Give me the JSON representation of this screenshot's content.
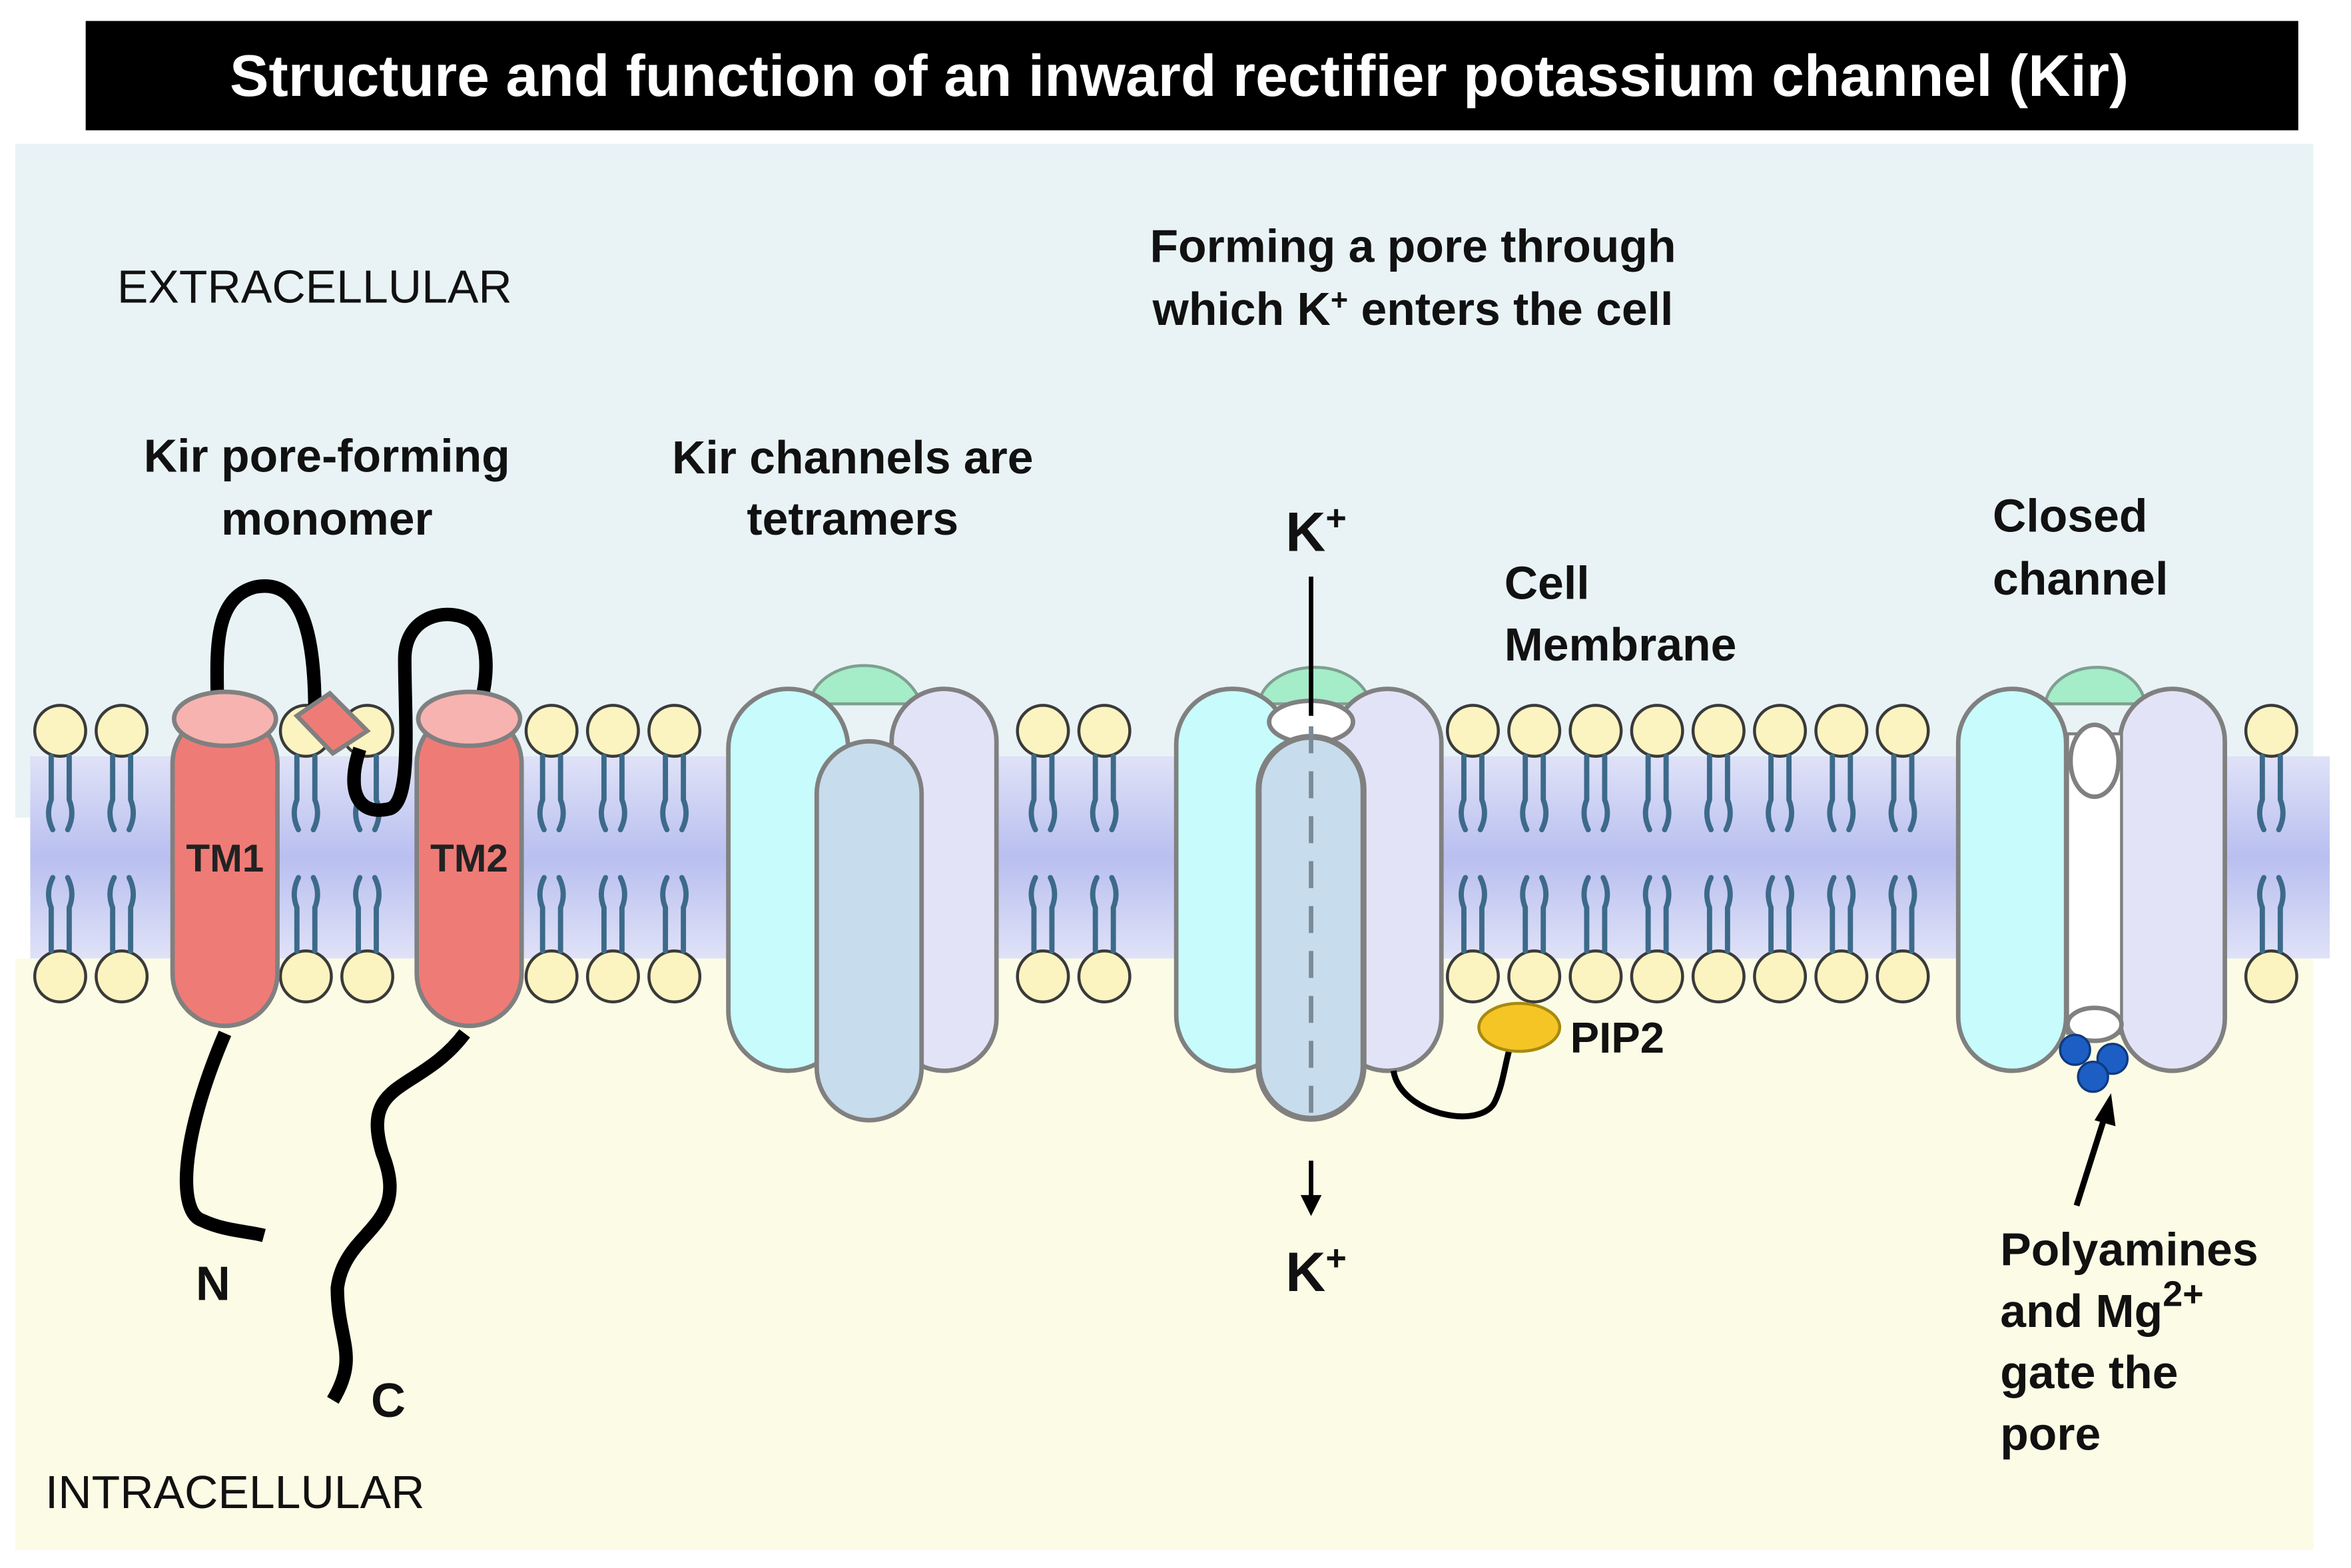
{
  "title": "Structure and function of an inward rectifier potassium channel (Kir)",
  "regions": {
    "extracellular": "EXTRACELLULAR",
    "intracellular": "INTRACELLULAR"
  },
  "labels": {
    "monomer_line1": "Kir pore-forming",
    "monomer_line2": "monomer",
    "tm1": "TM1",
    "tm2": "TM2",
    "n_terminus": "N",
    "c_terminus": "C",
    "tetramer_line1": "Kir channels are",
    "tetramer_line2": "tetramers",
    "pore_line1": "Forming a pore through",
    "pore_line2_pre": "which K",
    "pore_line2_sup": "+",
    "pore_line2_post": " enters the cell",
    "k_top": "K",
    "k_top_sup": "+",
    "k_bottom": "K",
    "k_bottom_sup": "+",
    "membrane_line1": "Cell",
    "membrane_line2": "Membrane",
    "pip2": "PIP2",
    "closed_line1": "Closed",
    "closed_line2": "channel",
    "gate_line1": "Polyamines",
    "gate_line2_pre": "and Mg",
    "gate_line2_sup": "2+",
    "gate_line3": "gate the",
    "gate_line4": "pore"
  },
  "colors": {
    "title_bg": "#000000",
    "title_text": "#ffffff",
    "extracellular_bg": "#e9f3f6",
    "intracellular_bg": "#fcfce6",
    "membrane_core": "#c8cdf0",
    "lipid_head": "#fbf4c0",
    "lipid_tail": "#3d6a8a",
    "helix_red": "#ef7b76",
    "helix_top": "#f7b3b0",
    "subunit_cyan": "#c8fbfb",
    "subunit_lavender": "#e3e3f8",
    "subunit_blue": "#c7dcec",
    "selectivity_filter": "#a5ecc9",
    "pip2": "#f5c526",
    "polyamine": "#1c5ec4"
  }
}
